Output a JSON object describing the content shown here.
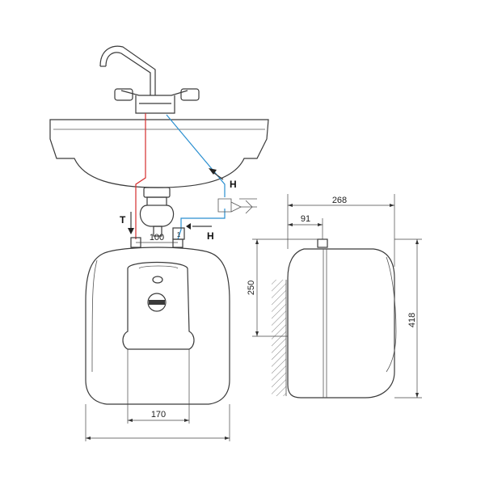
{
  "labels": {
    "cold_inlet": "T",
    "hot_upper": "H",
    "hot_lower": "H",
    "pipe_spacing": "100",
    "front_bottom_width": "170",
    "side_depth": "268",
    "side_offset": "91",
    "side_mount_height": "250",
    "side_total_height": "418"
  },
  "colors": {
    "cold_pipe": "#d62d2d",
    "hot_pipe": "#2a8fd0",
    "outline": "#3a3a3a"
  }
}
